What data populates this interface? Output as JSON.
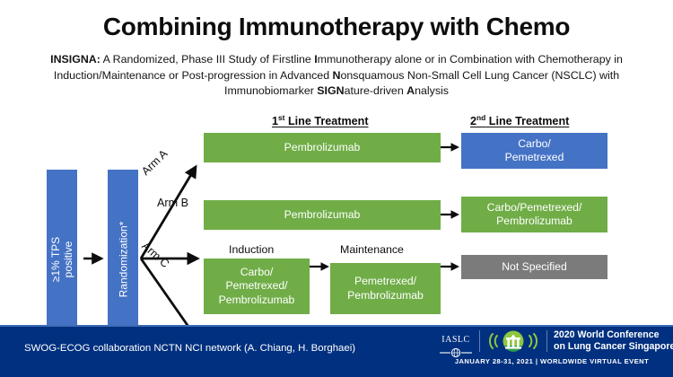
{
  "slide": {
    "title": "Combining Immunotherapy with Chemo",
    "subtitle_segments": [
      {
        "text": "INSIGNA:",
        "bold": true
      },
      {
        "text": " A Randomized, Phase III Study of Firstline ",
        "bold": false
      },
      {
        "text": "I",
        "bold": true
      },
      {
        "text": "mmunotherapy alone or in Combination with Chemotherapy in Induction/Maintenance or Post-progression in Advanced ",
        "bold": false
      },
      {
        "text": "N",
        "bold": true
      },
      {
        "text": "onsquamous Non-Small Cell Lung Cancer (NSCLC) with Immunobiomarker ",
        "bold": false
      },
      {
        "text": "SIGN",
        "bold": true
      },
      {
        "text": "ature-driven ",
        "bold": false
      },
      {
        "text": "A",
        "bold": true
      },
      {
        "text": "nalysis",
        "bold": false
      }
    ]
  },
  "headers": {
    "first_line_prefix": "1",
    "first_line_ordinal": "st",
    "first_line_suffix": " Line Treatment",
    "second_line_prefix": "2",
    "second_line_ordinal": "nd",
    "second_line_suffix": " Line Treatment"
  },
  "entry": {
    "eligibility_label": "≥1% TPS positive",
    "eligibility_line1": "≥1% TPS",
    "eligibility_line2": "positive",
    "randomization_label": "Randomization*"
  },
  "arms": [
    {
      "id": "arm-a",
      "label": "Arm A",
      "first_line": "Pembrolizumab",
      "second_line": "Carbo/\nPemetrexed",
      "second_line_line1": "Carbo/",
      "second_line_line2": "Pemetrexed",
      "second_line_color": "#4472C4"
    },
    {
      "id": "arm-b",
      "label": "Arm B",
      "first_line": "Pembrolizumab",
      "second_line": "Carbo/Pemetrexed/\nPembrolizumab",
      "second_line_line1": "Carbo/Pemetrexed/",
      "second_line_line2": "Pembrolizumab",
      "second_line_color": "#70AD47"
    },
    {
      "id": "arm-c",
      "label": "Arm C",
      "induction_label": "Induction",
      "induction_line1": "Carbo/",
      "induction_line2": "Pemetrexed/",
      "induction_line3": "Pembrolizumab",
      "maintenance_label": "Maintenance",
      "maintenance_line1": "Pemetrexed/",
      "maintenance_line2": "Pembrolizumab",
      "second_line": "Not Specified",
      "second_line_color": "#7B7B7B"
    }
  ],
  "footer": {
    "credit": "SWOG-ECOG collaboration NCTN NCI network  (A. Chiang, H. Borghaei)",
    "organization": "IASLC",
    "organization_sub": "IASLC",
    "conference_line1": "2020 World Conference",
    "conference_line2": "on Lung Cancer Singapore",
    "event_line": "JANUARY 28-31, 2021 | WORLDWIDE VIRTUAL EVENT"
  },
  "colors": {
    "green": "#70AD47",
    "blue": "#4472C4",
    "gray": "#7B7B7B",
    "footer_navy": "#00307F"
  }
}
